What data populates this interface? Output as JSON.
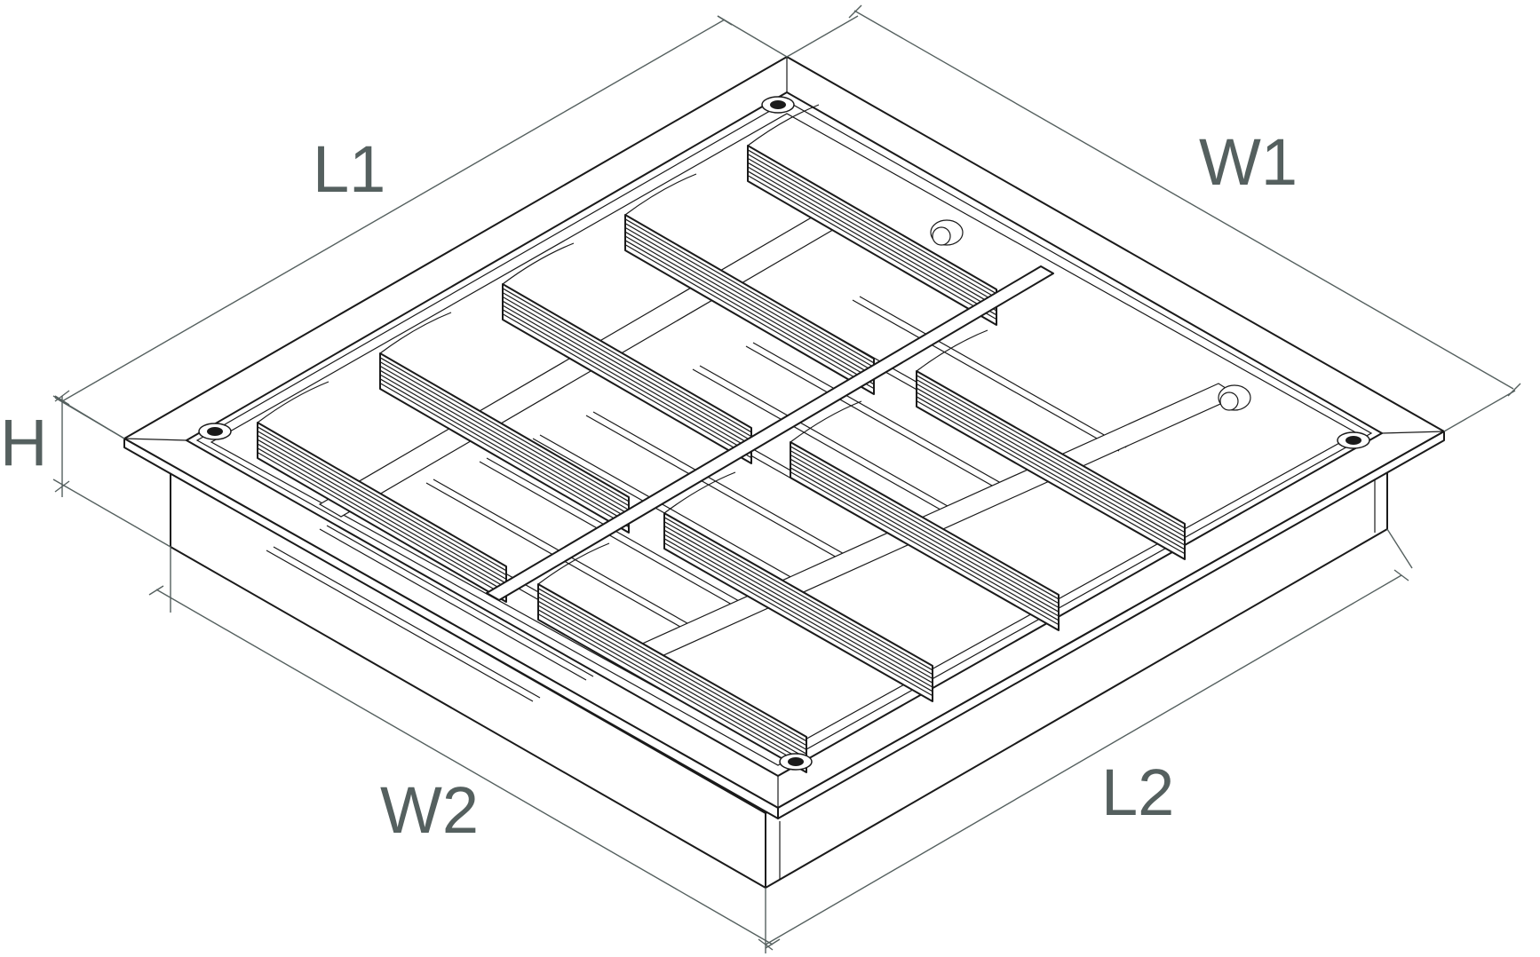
{
  "dimensions": {
    "L1": "L1",
    "W1": "W1",
    "H": "H",
    "W2": "W2",
    "L2": "L2"
  },
  "louver_blades": {
    "left_row": 5,
    "right_row": 4
  },
  "colors": {
    "dimension": "#55605f",
    "outline": "#1a1a1a",
    "background": "#ffffff"
  }
}
